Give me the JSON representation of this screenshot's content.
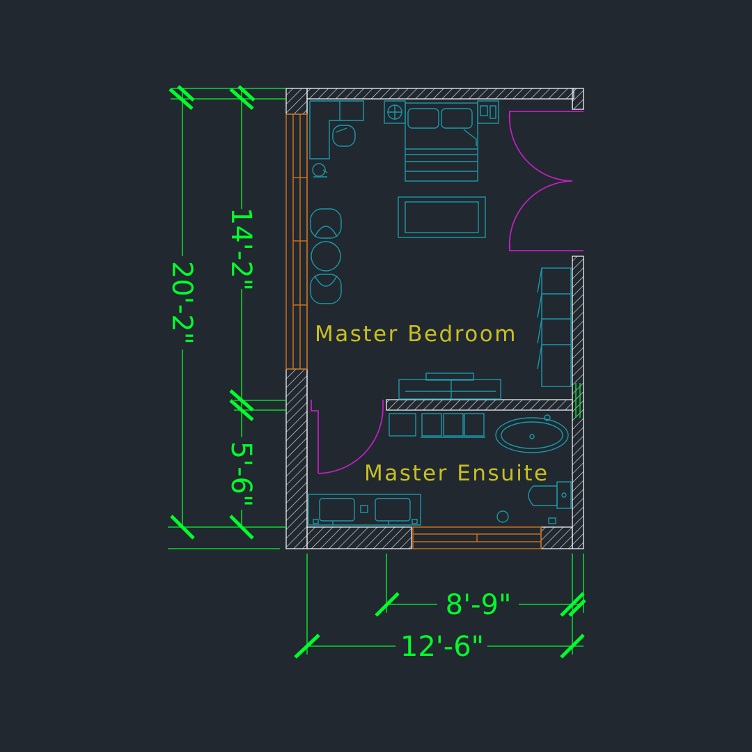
{
  "rooms": {
    "bedroom": "Master Bedroom",
    "ensuite": "Master Ensuite"
  },
  "dimensions": {
    "overall_height": "20'-2\"",
    "bedroom_height": "14'-2\"",
    "ensuite_height": "5'-6\"",
    "window_width": "8'-9\"",
    "overall_width": "12'-6\""
  },
  "colors": {
    "background": "#212830",
    "dimension": "#00ff2a",
    "wall": "#ffffff",
    "furniture": "#1a9aa8",
    "door": "#c020c0",
    "window": "#c8701c",
    "label": "#c8c020"
  }
}
